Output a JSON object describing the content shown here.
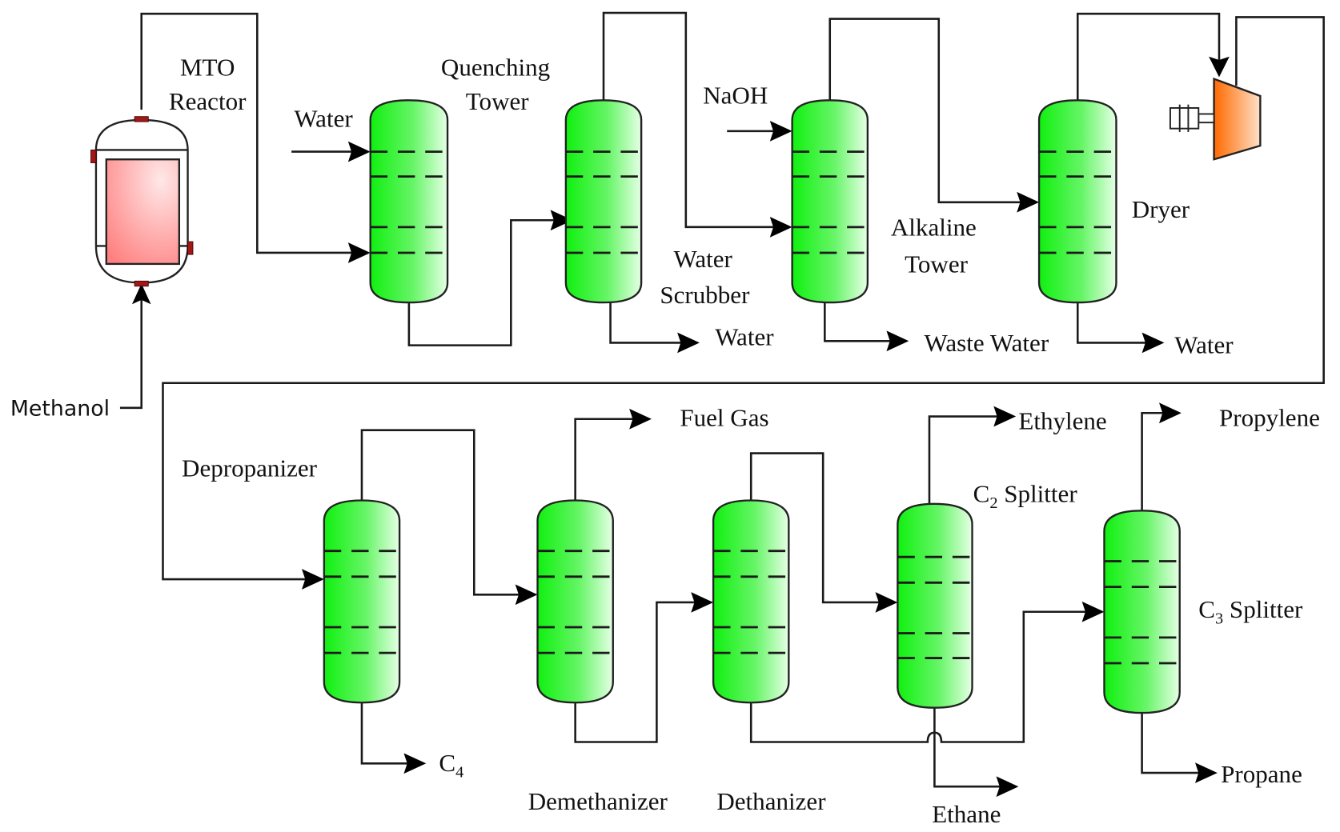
{
  "diagram": {
    "title": "MTO process flow diagram",
    "units": [
      {
        "id": "mto-reactor",
        "label_lines": [
          "MTO",
          "Reactor"
        ],
        "type": "reactor",
        "color": "#ff8a8a"
      },
      {
        "id": "quenching-tower",
        "label_lines": [
          "Quenching",
          "Tower"
        ],
        "type": "column",
        "color": "#22ee22"
      },
      {
        "id": "water-scrubber",
        "label_lines": [
          "Water",
          "Scrubber"
        ],
        "type": "column",
        "color": "#22ee22"
      },
      {
        "id": "alkaline-tower",
        "label_lines": [
          "Alkaline",
          "Tower"
        ],
        "type": "column",
        "color": "#22ee22"
      },
      {
        "id": "dryer",
        "label_lines": [
          "Dryer"
        ],
        "type": "column",
        "color": "#22ee22"
      },
      {
        "id": "compressor",
        "label_lines": [],
        "type": "compressor",
        "color": "#ff7a1e"
      },
      {
        "id": "depropanizer",
        "label_lines": [
          "Depropanizer"
        ],
        "type": "column",
        "color": "#22ee22"
      },
      {
        "id": "demethanizer",
        "label_lines": [
          "Demethanizer"
        ],
        "type": "column",
        "color": "#22ee22"
      },
      {
        "id": "dethanizer",
        "label_lines": [
          "Dethanizer"
        ],
        "type": "column",
        "color": "#22ee22"
      },
      {
        "id": "c2-splitter",
        "label": {
          "base": "C",
          "sub": "2",
          "rest": " Splitter"
        },
        "type": "column",
        "color": "#22ee22"
      },
      {
        "id": "c3-splitter",
        "label": {
          "base": "C",
          "sub": "3",
          "rest": " Splitter"
        },
        "type": "column",
        "color": "#22ee22"
      }
    ],
    "streams": {
      "methanol": "Methanol",
      "water_in": "Water",
      "naoh": "NaOH",
      "scrubber_water_out": "Water",
      "waste_water": "Waste Water",
      "dryer_water_out": "Water",
      "fuel_gas": "Fuel Gas",
      "ethylene": "Ethylene",
      "propylene": "Propylene",
      "ethane": "Ethane",
      "propane": "Propane",
      "c4": {
        "base": "C",
        "sub": "4"
      }
    },
    "labels": {
      "mto_1": "MTO",
      "mto_2": "Reactor",
      "quench_1": "Quenching",
      "quench_2": "Tower",
      "scrub_1": "Water",
      "scrub_2": "Scrubber",
      "alk_1": "Alkaline",
      "alk_2": "Tower",
      "dryer": "Dryer",
      "depropanizer": "Depropanizer",
      "demethanizer": "Demethanizer",
      "dethanizer": "Dethanizer",
      "c2_base": "C",
      "c2_sub": "2",
      "c2_rest": " Splitter",
      "c3_base": "C",
      "c3_sub": "3",
      "c3_rest": " Splitter"
    }
  }
}
